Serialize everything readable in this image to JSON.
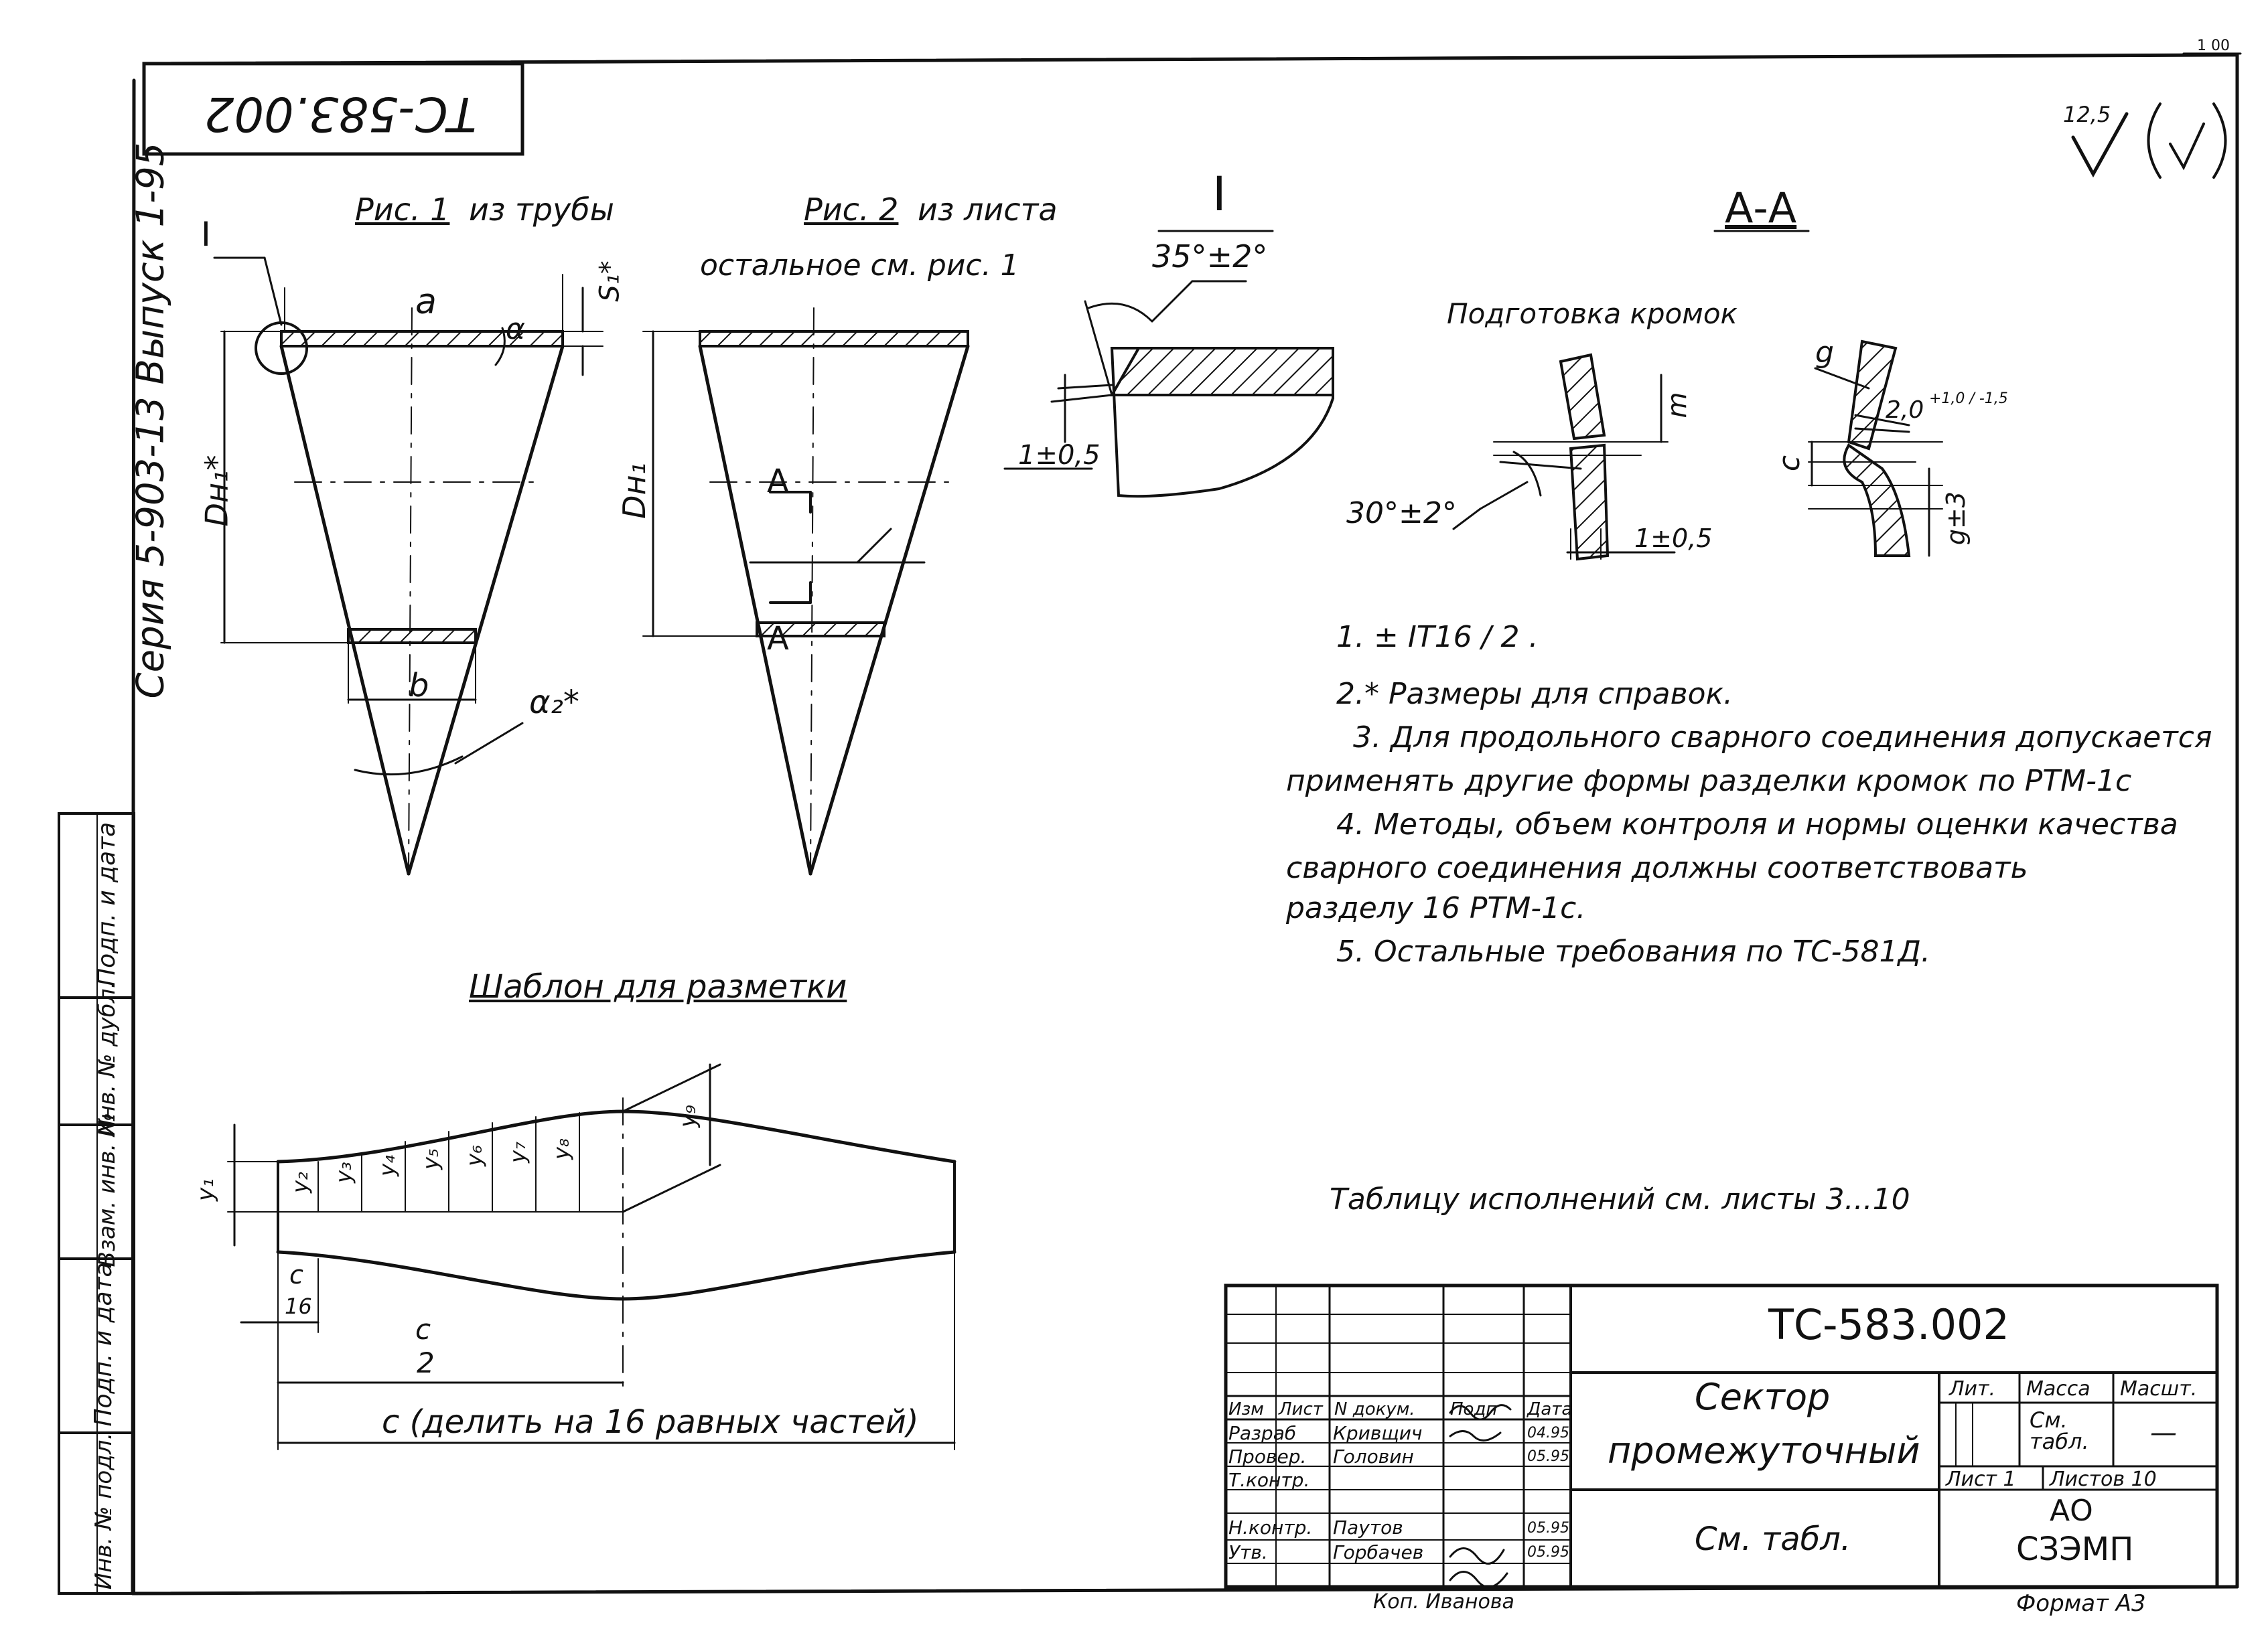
{
  "sheet": {
    "stamp_code": "ТС-583.002",
    "corner_mark": "1 00",
    "roughness": "12,5",
    "series_text": "Серия 5-903-13 Выпуск 1-95"
  },
  "fig1": {
    "title": "Рис. 1",
    "subtitle": "из трубы",
    "label_mark": "I",
    "label_a": "a",
    "label_s1": "S₁*",
    "label_dh": "Dн₁*",
    "label_b": "b",
    "label_alpha2": "α₂*",
    "label_alpha": "α"
  },
  "fig2": {
    "title": "Рис. 2",
    "subtitle": "из листа",
    "note": "остальное см. рис. 1",
    "label_dh": "Dн₁",
    "section_top": "A",
    "section_bottom": "A"
  },
  "detail1": {
    "title": "I",
    "angle": "35°±2°",
    "gap": "1±0,5"
  },
  "section_aa": {
    "title": "А-А",
    "subtitle": "Подготовка кромок",
    "angle": "30°±2°",
    "gap": "1±0,5",
    "label_m": "m",
    "label_g": "g",
    "label_c": "c",
    "dim_20": "2,0",
    "dim_tol": "+1,0 / -1,5",
    "dim_g3": "g±3"
  },
  "notes": [
    "1. ± IT16 / 2 .",
    "2.* Размеры для справок.",
    "3. Для продольного сварного соединения допускается",
    "применять другие формы разделки кромок по РТМ-1с",
    "4. Методы, объем контроля и нормы оценки качества",
    "сварного соединения должны соответствовать",
    "разделу 16 РТМ-1с.",
    "5. Остальные требования по ТС-581Д."
  ],
  "template": {
    "title": "Шаблон для разметки",
    "y_labels": [
      "y₁",
      "y₂",
      "y₃",
      "y₄",
      "y₅",
      "y₆",
      "y₇",
      "y₈",
      "y₉"
    ],
    "c16_num": "c",
    "c16_den": "16",
    "c2_num": "c",
    "c2_den": "2",
    "c_label": "c (делить на 16 равных частей)"
  },
  "table_note": "Таблицу исполнений см. листы 3...10",
  "side_stamp": [
    "Подп. и дата",
    "Инв. № дубл.",
    "Взам. инв. №",
    "Подп. и дата",
    "Инв. № подл."
  ],
  "title_block": {
    "code": "ТС-583.002",
    "name_line1": "Сектор",
    "name_line2": "промежуточный",
    "material": "См. табл.",
    "headers": [
      "Изм",
      "Лист",
      "N докум.",
      "Подп",
      "Дата"
    ],
    "rows": [
      {
        "role": "Разраб",
        "name": "Кривщич",
        "date": "04.95"
      },
      {
        "role": "Провер.",
        "name": "Головин",
        "date": "05.95"
      },
      {
        "role": "Т.контр.",
        "name": "",
        "date": ""
      },
      {
        "role": "",
        "name": "",
        "date": ""
      },
      {
        "role": "Н.контр.",
        "name": "Паутов",
        "date": "05.95"
      },
      {
        "role": "Утв.",
        "name": "Горбачев",
        "date": "05.95"
      }
    ],
    "lit_label": "Лит.",
    "mass_label": "Масса",
    "scale_label": "Масшт.",
    "mass_value": "См. табл.",
    "scale_value": "—",
    "sheet_label": "Лист 1",
    "sheets_label": "Листов 10",
    "org_line1": "АО",
    "org_line2": "СЗЭМП",
    "copied_by": "Коп. Иванова",
    "format": "Формат А3"
  }
}
